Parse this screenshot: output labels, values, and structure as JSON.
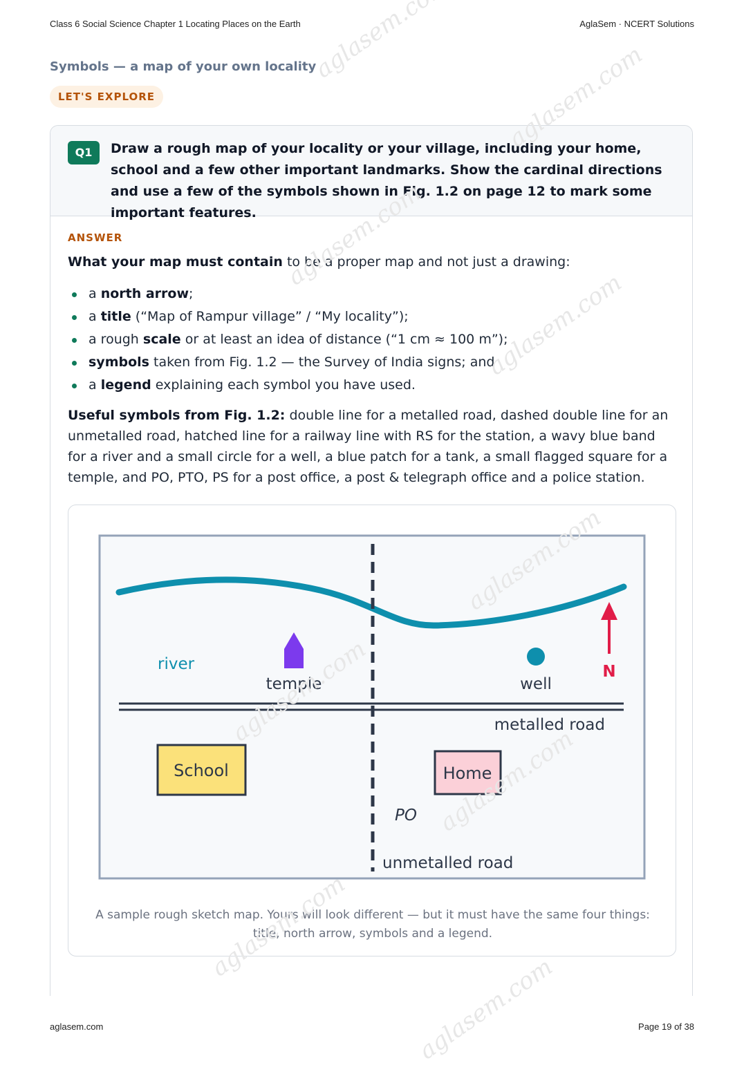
{
  "header": {
    "left": "Class 6 Social Science Chapter 1 Locating Places on the Earth",
    "right": "AglaSem · NCERT Solutions"
  },
  "section_title": "Symbols — a map of your own locality",
  "badge": "LET'S EXPLORE",
  "question": {
    "number": "Q1",
    "text": "Draw a rough map of your locality or your village, including your home, school and a few other important landmarks. Show the cardinal directions and use a few of the symbols shown in Fig. 1.2 on page 12 to mark some important features."
  },
  "answer": {
    "label": "ANSWER",
    "intro_bold": "What your map must contain",
    "intro_rest": " to be a proper map and not just a drawing:",
    "bullets": [
      {
        "pre": "a ",
        "bold": "north arrow",
        "post": ";"
      },
      {
        "pre": "a ",
        "bold": "title",
        "post": " (“Map of Rampur village” / “My locality”);"
      },
      {
        "pre": "a rough ",
        "bold": "scale",
        "post": " or at least an idea of distance (“1 cm ≈ 100 m”);"
      },
      {
        "pre": "",
        "bold": "symbols",
        "post": " taken from Fig. 1.2 — the Survey of India signs; and"
      },
      {
        "pre": "a ",
        "bold": "legend",
        "post": " explaining each symbol you have used."
      }
    ],
    "useful_bold": "Useful symbols from Fig. 1.2:",
    "useful_rest": " double line for a metalled road, dashed double line for an unmetalled road, hatched line for a railway line with RS for the station, a wavy blue band for a river and a small circle for a well, a blue patch for a tank, a small flagged square for a temple, and PO, PTO, PS for a post office, a post & telegraph office and a police station."
  },
  "map": {
    "labels": {
      "river": "river",
      "temple": "temple",
      "well": "well",
      "north": "N",
      "metalled_road": "metalled road",
      "school": "School",
      "home": "Home",
      "post_office": "PO",
      "unmetalled_road": "unmetalled road"
    },
    "colors": {
      "river": "#0e8fad",
      "temple": "#7c3aed",
      "well": "#0e8fad",
      "north": "#e11d48",
      "road": "#2d3748",
      "school_fill": "#fbe17a",
      "home_fill": "#fbd0d8",
      "map_bg": "#f7f9fb",
      "frame": "#94a3b8"
    },
    "caption": "A sample rough sketch map. Yours will look different — but it must have the same four things: title, north arrow, symbols and a legend."
  },
  "footer": {
    "left": "aglasem.com",
    "right": "Page 19 of 38"
  },
  "watermark": "aglasem.com"
}
